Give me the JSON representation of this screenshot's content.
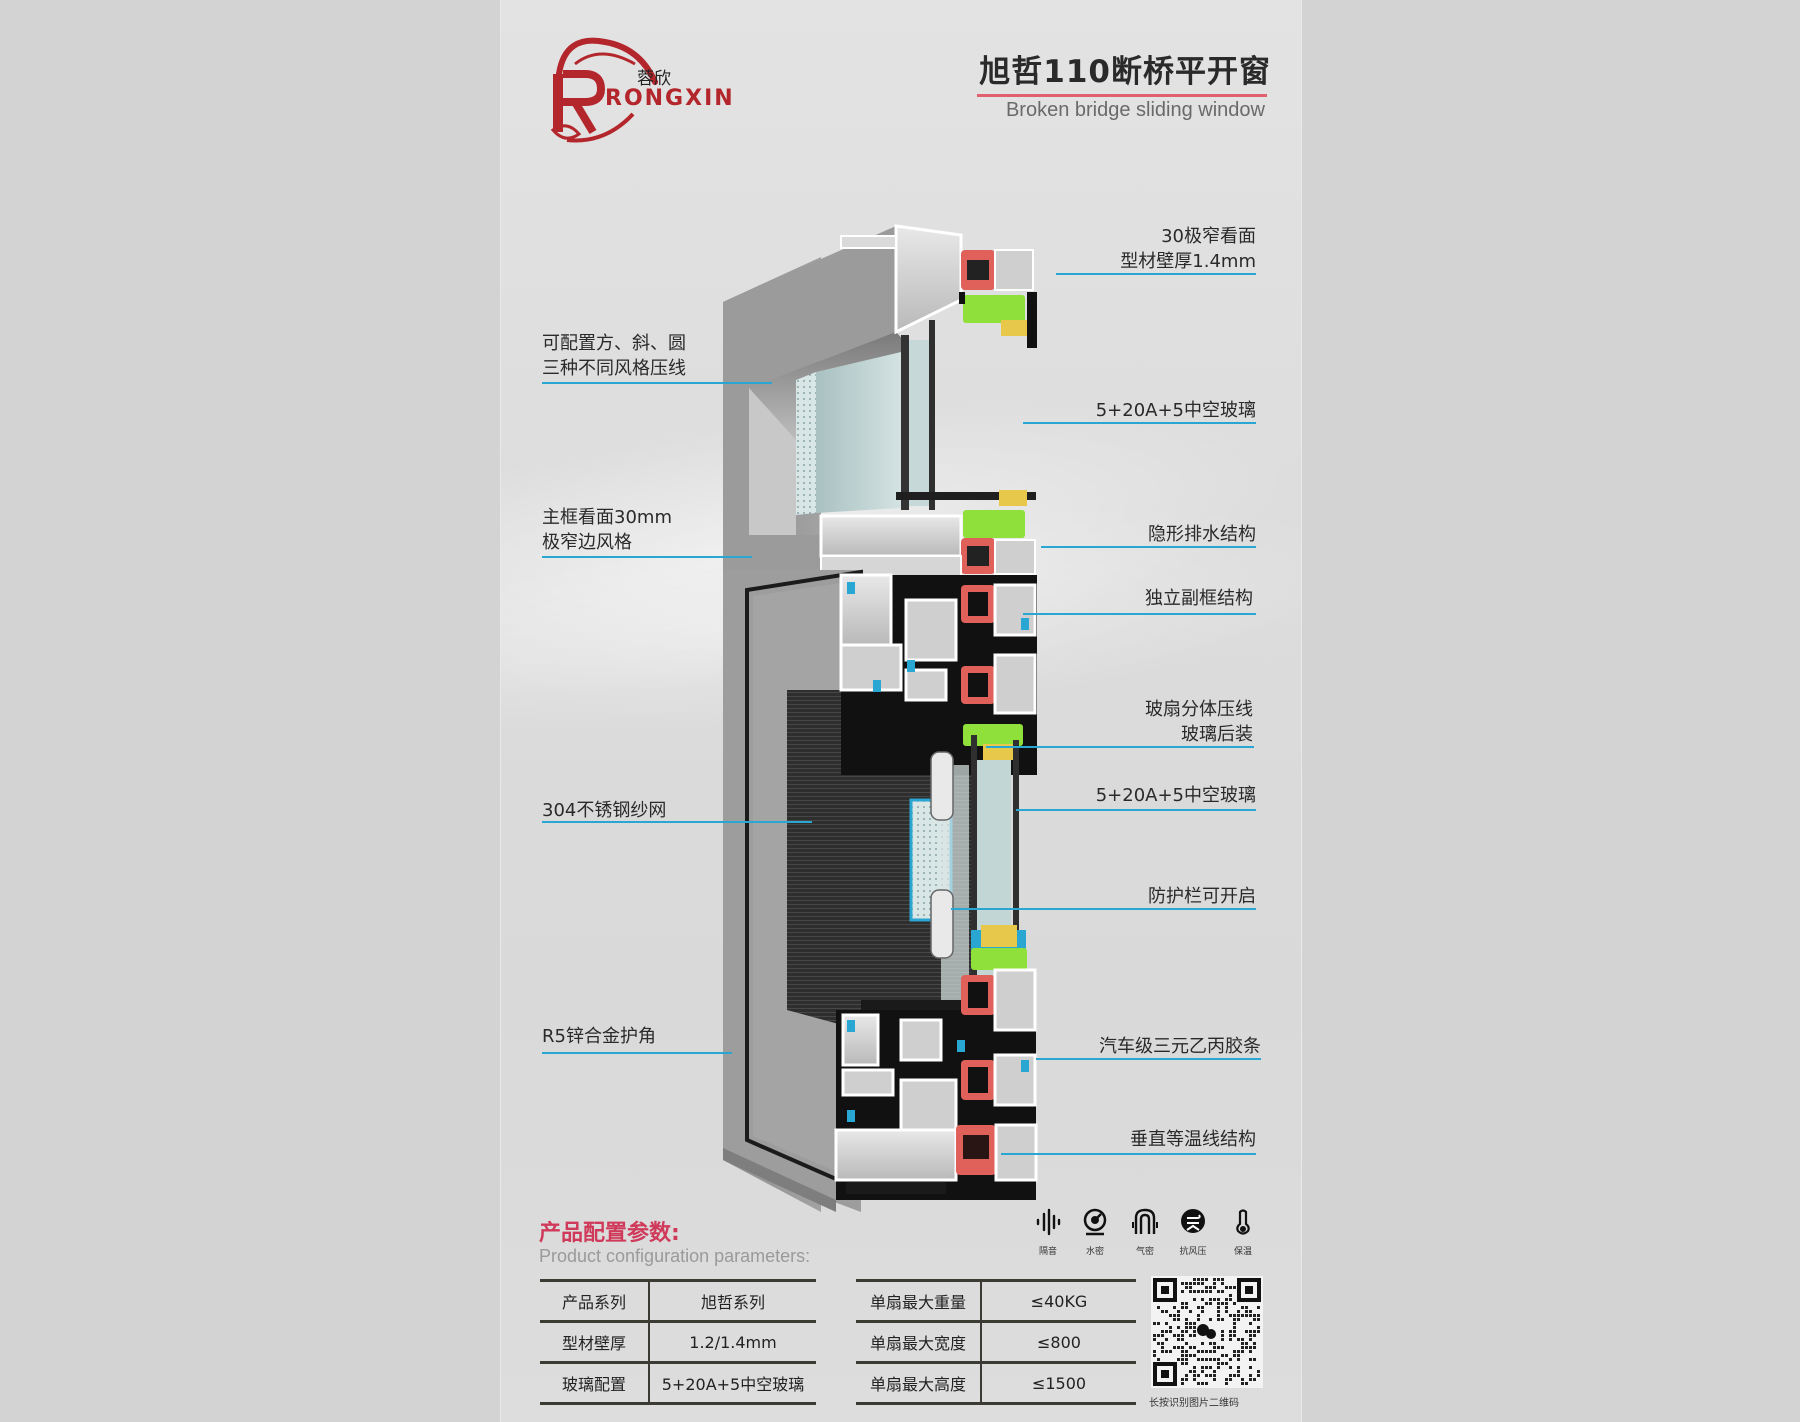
{
  "brand": {
    "logo_cn": "蓉欣",
    "logo_en": "RONGXIN",
    "colors": {
      "brand_red": "#b3262b",
      "leader_blue": "#2aa6d3",
      "accent_pink": "#d03a5a",
      "gasket_green": "#8fe03a",
      "thermal_red": "#e0605a"
    }
  },
  "header": {
    "title": "旭哲110断桥平开窗",
    "subtitle": "Broken bridge sliding window"
  },
  "callouts": {
    "left": [
      {
        "lines": [
          "可配置方、斜、圆",
          "三种不同风格压线"
        ]
      },
      {
        "lines": [
          "主框看面30mm",
          "极窄边风格"
        ]
      },
      {
        "lines": [
          "304不锈钢纱网"
        ]
      },
      {
        "lines": [
          "R5锌合金护角"
        ]
      }
    ],
    "right": [
      {
        "lines": [
          "30极窄看面",
          "型材壁厚1.4mm"
        ]
      },
      {
        "lines": [
          "5+20A+5中空玻璃"
        ]
      },
      {
        "lines": [
          "隐形排水结构"
        ]
      },
      {
        "lines": [
          "独立副框结构"
        ]
      },
      {
        "lines": [
          "玻扇分体压线",
          "玻璃后装"
        ]
      },
      {
        "lines": [
          "5+20A+5中空玻璃"
        ]
      },
      {
        "lines": [
          "防护栏可开启"
        ]
      },
      {
        "lines": [
          "汽车级三元乙丙胶条"
        ]
      },
      {
        "lines": [
          "垂直等温线结构"
        ]
      }
    ]
  },
  "params": {
    "title": "产品配置参数:",
    "subtitle": "Product configuration parameters:",
    "left_table": [
      {
        "key": "产品系列",
        "value": "旭哲系列"
      },
      {
        "key": "型材壁厚",
        "value": "1.2/1.4mm"
      },
      {
        "key": "玻璃配置",
        "value": "5+20A+5中空玻璃"
      }
    ],
    "right_table": [
      {
        "key": "单扇最大重量",
        "value": "≤40KG"
      },
      {
        "key": "单扇最大宽度",
        "value": "≤800"
      },
      {
        "key": "单扇最大高度",
        "value": "≤1500"
      }
    ],
    "features": [
      {
        "icon": "sound-insulation-icon",
        "label": "隔音"
      },
      {
        "icon": "water-tightness-icon",
        "label": "水密"
      },
      {
        "icon": "air-tightness-icon",
        "label": "气密"
      },
      {
        "icon": "wind-pressure-icon",
        "label": "抗风压"
      },
      {
        "icon": "thermal-insulation-icon",
        "label": "保温"
      }
    ],
    "qr_caption": "长按识别图片二维码"
  }
}
